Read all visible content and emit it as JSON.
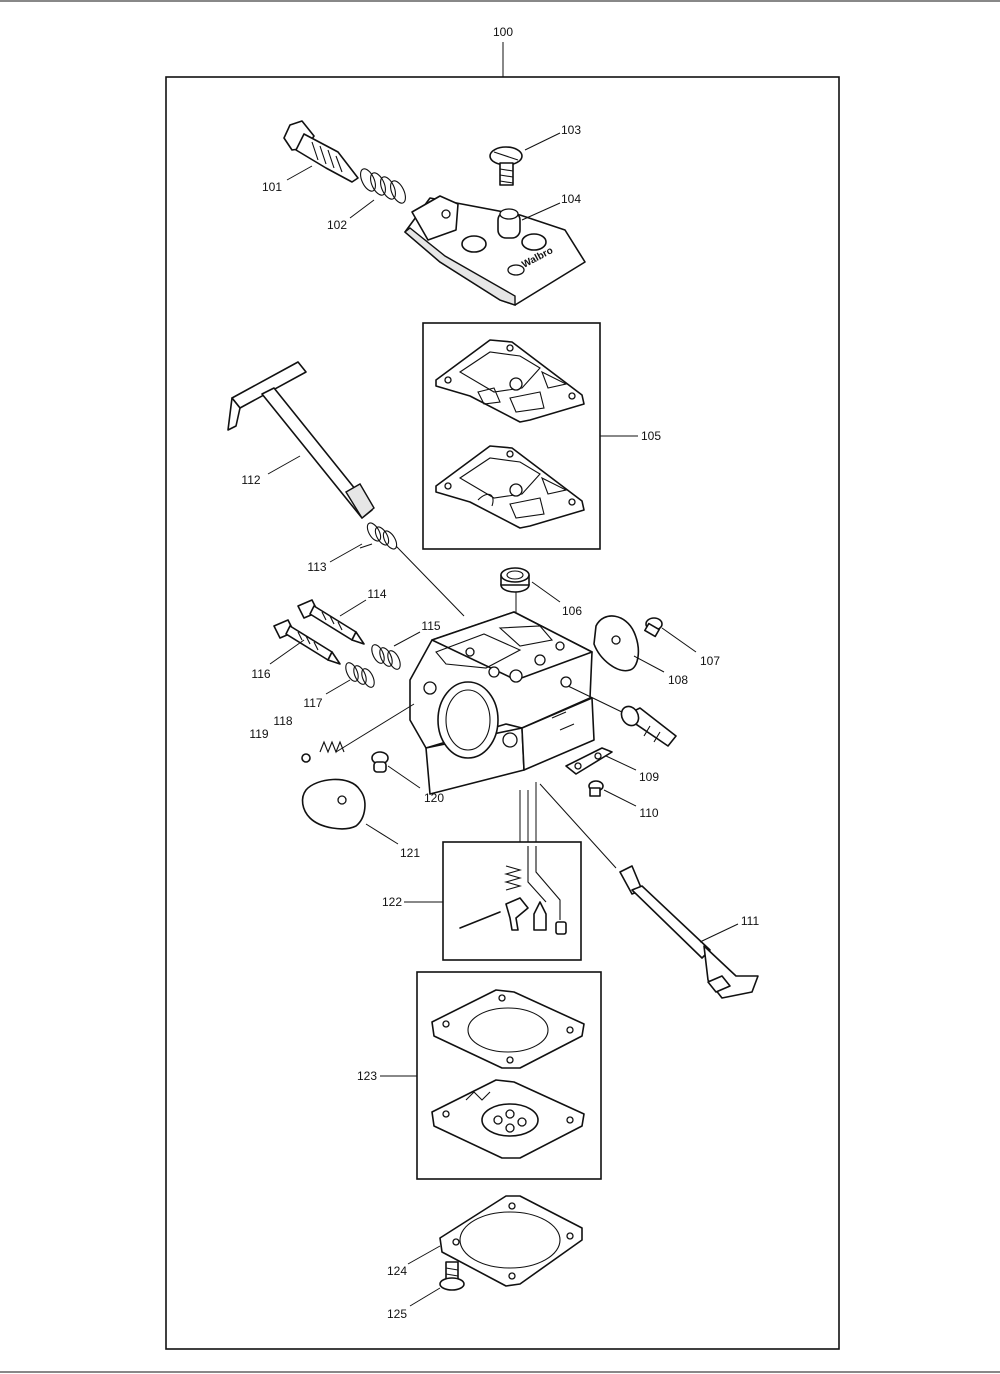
{
  "diagram": {
    "labels": {
      "p100": "100",
      "p101": "101",
      "p102": "102",
      "p103": "103",
      "p104": "104",
      "p105": "105",
      "p106": "106",
      "p107": "107",
      "p108": "108",
      "p109": "109",
      "p110": "110",
      "p111": "111",
      "p112": "112",
      "p113": "113",
      "p114": "114",
      "p115": "115",
      "p116": "116",
      "p117": "117",
      "p118": "118",
      "p119": "119",
      "p120": "120",
      "p121": "121",
      "p122": "122",
      "p123": "123",
      "p124": "124",
      "p125": "125"
    },
    "brand_mark": "Walbro"
  }
}
